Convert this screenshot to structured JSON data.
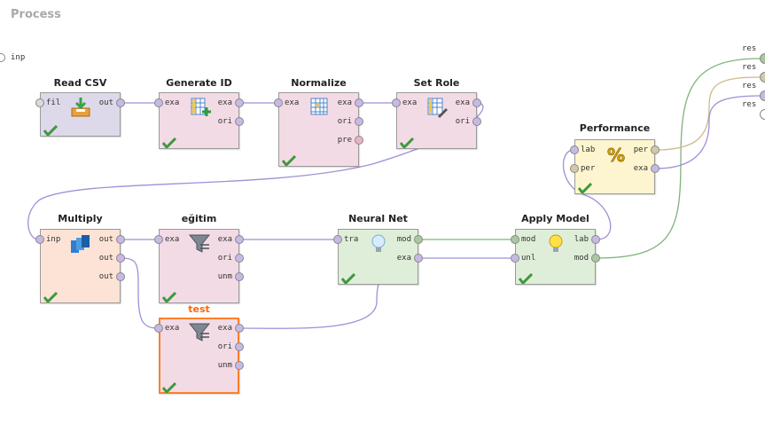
{
  "process": {
    "title": "Process"
  },
  "input_port": {
    "label": "inp"
  },
  "result_ports": [
    {
      "label": "res",
      "color": "#a9c8a0"
    },
    {
      "label": "res",
      "color": "#d4c9a8"
    },
    {
      "label": "res",
      "color": "#c7b9e6"
    },
    {
      "label": "res",
      "color": "#ffffff"
    }
  ],
  "operators": [
    {
      "id": "read_csv",
      "title": "Read CSV",
      "in": [
        "fil"
      ],
      "out": [
        "out"
      ],
      "icon": "download-icon",
      "color": "#ddd9ea"
    },
    {
      "id": "generate_id",
      "title": "Generate ID",
      "in": [
        "exa"
      ],
      "out": [
        "exa",
        "ori"
      ],
      "icon": "table-add-icon",
      "color": "#f3dbe6"
    },
    {
      "id": "normalize",
      "title": "Normalize",
      "in": [
        "exa"
      ],
      "out": [
        "exa",
        "ori",
        "pre"
      ],
      "icon": "table-normalize-icon",
      "color": "#f3dbe6"
    },
    {
      "id": "set_role",
      "title": "Set Role",
      "in": [
        "exa"
      ],
      "out": [
        "exa",
        "ori"
      ],
      "icon": "table-edit-icon",
      "color": "#f3dbe6"
    },
    {
      "id": "performance",
      "title": "Performance",
      "in": [
        "lab",
        "per"
      ],
      "out": [
        "per",
        "exa"
      ],
      "icon": "percent-icon",
      "color": "#fdf5cf"
    },
    {
      "id": "multiply",
      "title": "Multiply",
      "in": [
        "inp"
      ],
      "out": [
        "out",
        "out",
        "out"
      ],
      "icon": "multiply-icon",
      "color": "#fde3d6"
    },
    {
      "id": "egitim",
      "title": "eğitim",
      "in": [
        "exa"
      ],
      "out": [
        "exa",
        "ori",
        "unm"
      ],
      "icon": "filter-icon",
      "color": "#f3dbe6"
    },
    {
      "id": "neural_net",
      "title": "Neural Net",
      "in": [
        "tra"
      ],
      "out": [
        "mod",
        "exa"
      ],
      "icon": "bulb-off-icon",
      "color": "#dfeed8"
    },
    {
      "id": "apply_model",
      "title": "Apply Model",
      "in": [
        "mod",
        "unl"
      ],
      "out": [
        "lab",
        "mod"
      ],
      "icon": "bulb-on-icon",
      "color": "#dfeed8"
    },
    {
      "id": "test",
      "title": "test",
      "in": [
        "exa"
      ],
      "out": [
        "exa",
        "ori",
        "unm"
      ],
      "icon": "filter-icon",
      "color": "#f3dbe6",
      "selected": true
    }
  ],
  "colors": {
    "example_set_wire": "#a08fd8",
    "model_wire": "#7fb37a",
    "performance_wire": "#cdb98a",
    "check": "#3c9a3c",
    "selected_border": "#ff7f27"
  }
}
